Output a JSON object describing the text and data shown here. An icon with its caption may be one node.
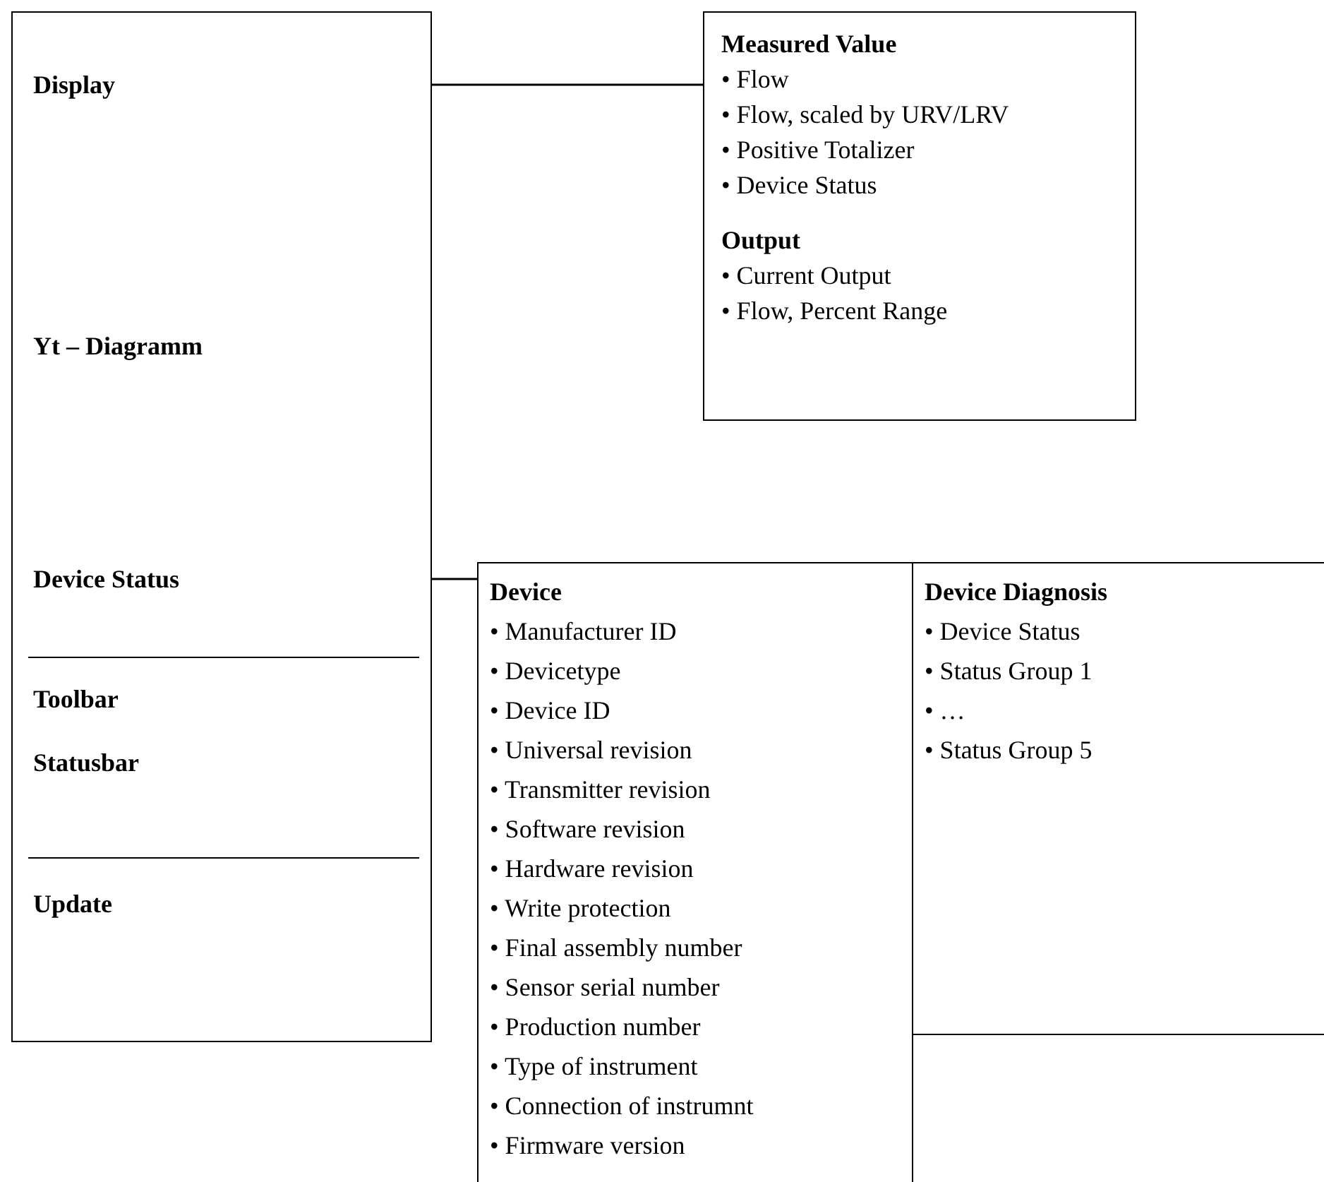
{
  "diagram": {
    "nodes": [
      {
        "text": [],
        "shape": "box"
      },
      {
        "text": [
          "Display"
        ],
        "in": 0
      },
      {
        "text": [
          "Yt – Diagramm"
        ],
        "in": 0
      },
      {
        "text": [
          "Device Status"
        ],
        "in": 0
      },
      {
        "text": [
          "Toolbar"
        ],
        "in": 0
      },
      {
        "text": [
          "Statusbar"
        ],
        "in": 0
      },
      {
        "text": [
          "Update"
        ],
        "in": 0
      },
      {
        "text": [
          "Measured Value",
          "• Flow",
          "• Flow, scaled by URV/LRV",
          "• Positive Totalizer",
          "• Device Status",
          "Output",
          "• Current Output",
          "• Flow, Percent Range"
        ]
      },
      {
        "text": [
          "Device",
          "• Manufacturer ID",
          "• Devicetype",
          "• Device ID",
          "• Universal revision",
          "• Transmitter revision",
          "• Software revision",
          "• Hardware revision",
          "• Write protection",
          "• Final assembly number",
          "• Sensor serial number",
          "• Production number",
          "• Type of instrument",
          "• Connection of instrumnt",
          "• Firmware version"
        ]
      },
      {
        "text": [
          "Device Diagnosis",
          "• Device Status",
          "• Status Group 1",
          "• …",
          "• Status Group 5"
        ]
      }
    ],
    "edges": [
      {
        "from": 1,
        "to": 7,
        "arrow": "none"
      },
      {
        "from": 3,
        "to": 8,
        "arrow": "none"
      }
    ]
  }
}
